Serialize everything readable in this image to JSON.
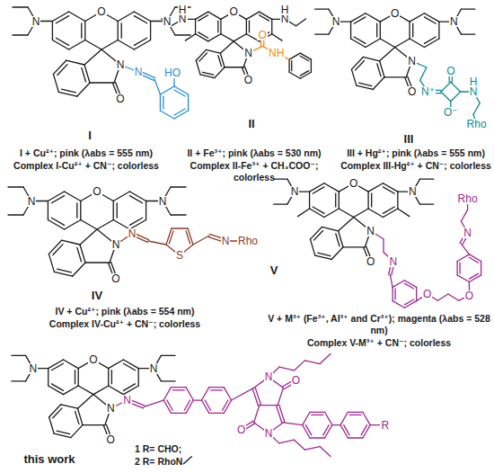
{
  "diagram": {
    "labels": [
      "N",
      "O",
      "N",
      "N",
      "O",
      "N",
      "HO",
      "I",
      "I + Cu²⁺; pink (λabs = 555 nm)",
      "Complex I-Cu²⁺ + CN⁻; colorless",
      "N",
      "O",
      "N",
      "N",
      "O",
      "H",
      "H",
      "O",
      "NH",
      "II",
      "II + Fe³⁺; pink (λabs = 530 nm)",
      "Complex II-Fe³⁺ + CH₃COO⁻; colorless",
      "N",
      "O",
      "N",
      "N",
      "O",
      "N⁺",
      "O",
      "O⁻",
      "N",
      "H",
      "Rho",
      "III",
      "III + Hg²⁺; pink (λabs = 555 nm)",
      "Complex III-Hg²⁺ + CN⁻; colorless",
      "N",
      "O",
      "N",
      "N",
      "O",
      "N",
      "S",
      "N",
      "Rho",
      "IV",
      "IV + Cu²⁺; pink (λabs = 554 nm)",
      "Complex IV-Cu²⁺ + CN⁻; colorless",
      "N",
      "O",
      "N",
      "N",
      "O",
      "N",
      "O",
      "O",
      "N",
      "Rho",
      "V",
      "V + M³⁺ (Fe³⁺, Al³⁺ and Cr³⁺); magenta (λabs = 528 nm)",
      "Complex V-M³⁺ + CN⁻; colorless",
      "N",
      "O",
      "N",
      "N",
      "O",
      "N",
      "O",
      "N",
      "N",
      "O",
      "R",
      "this work",
      "1 R= CHO;",
      "2 R= RhoN"
    ]
  }
}
